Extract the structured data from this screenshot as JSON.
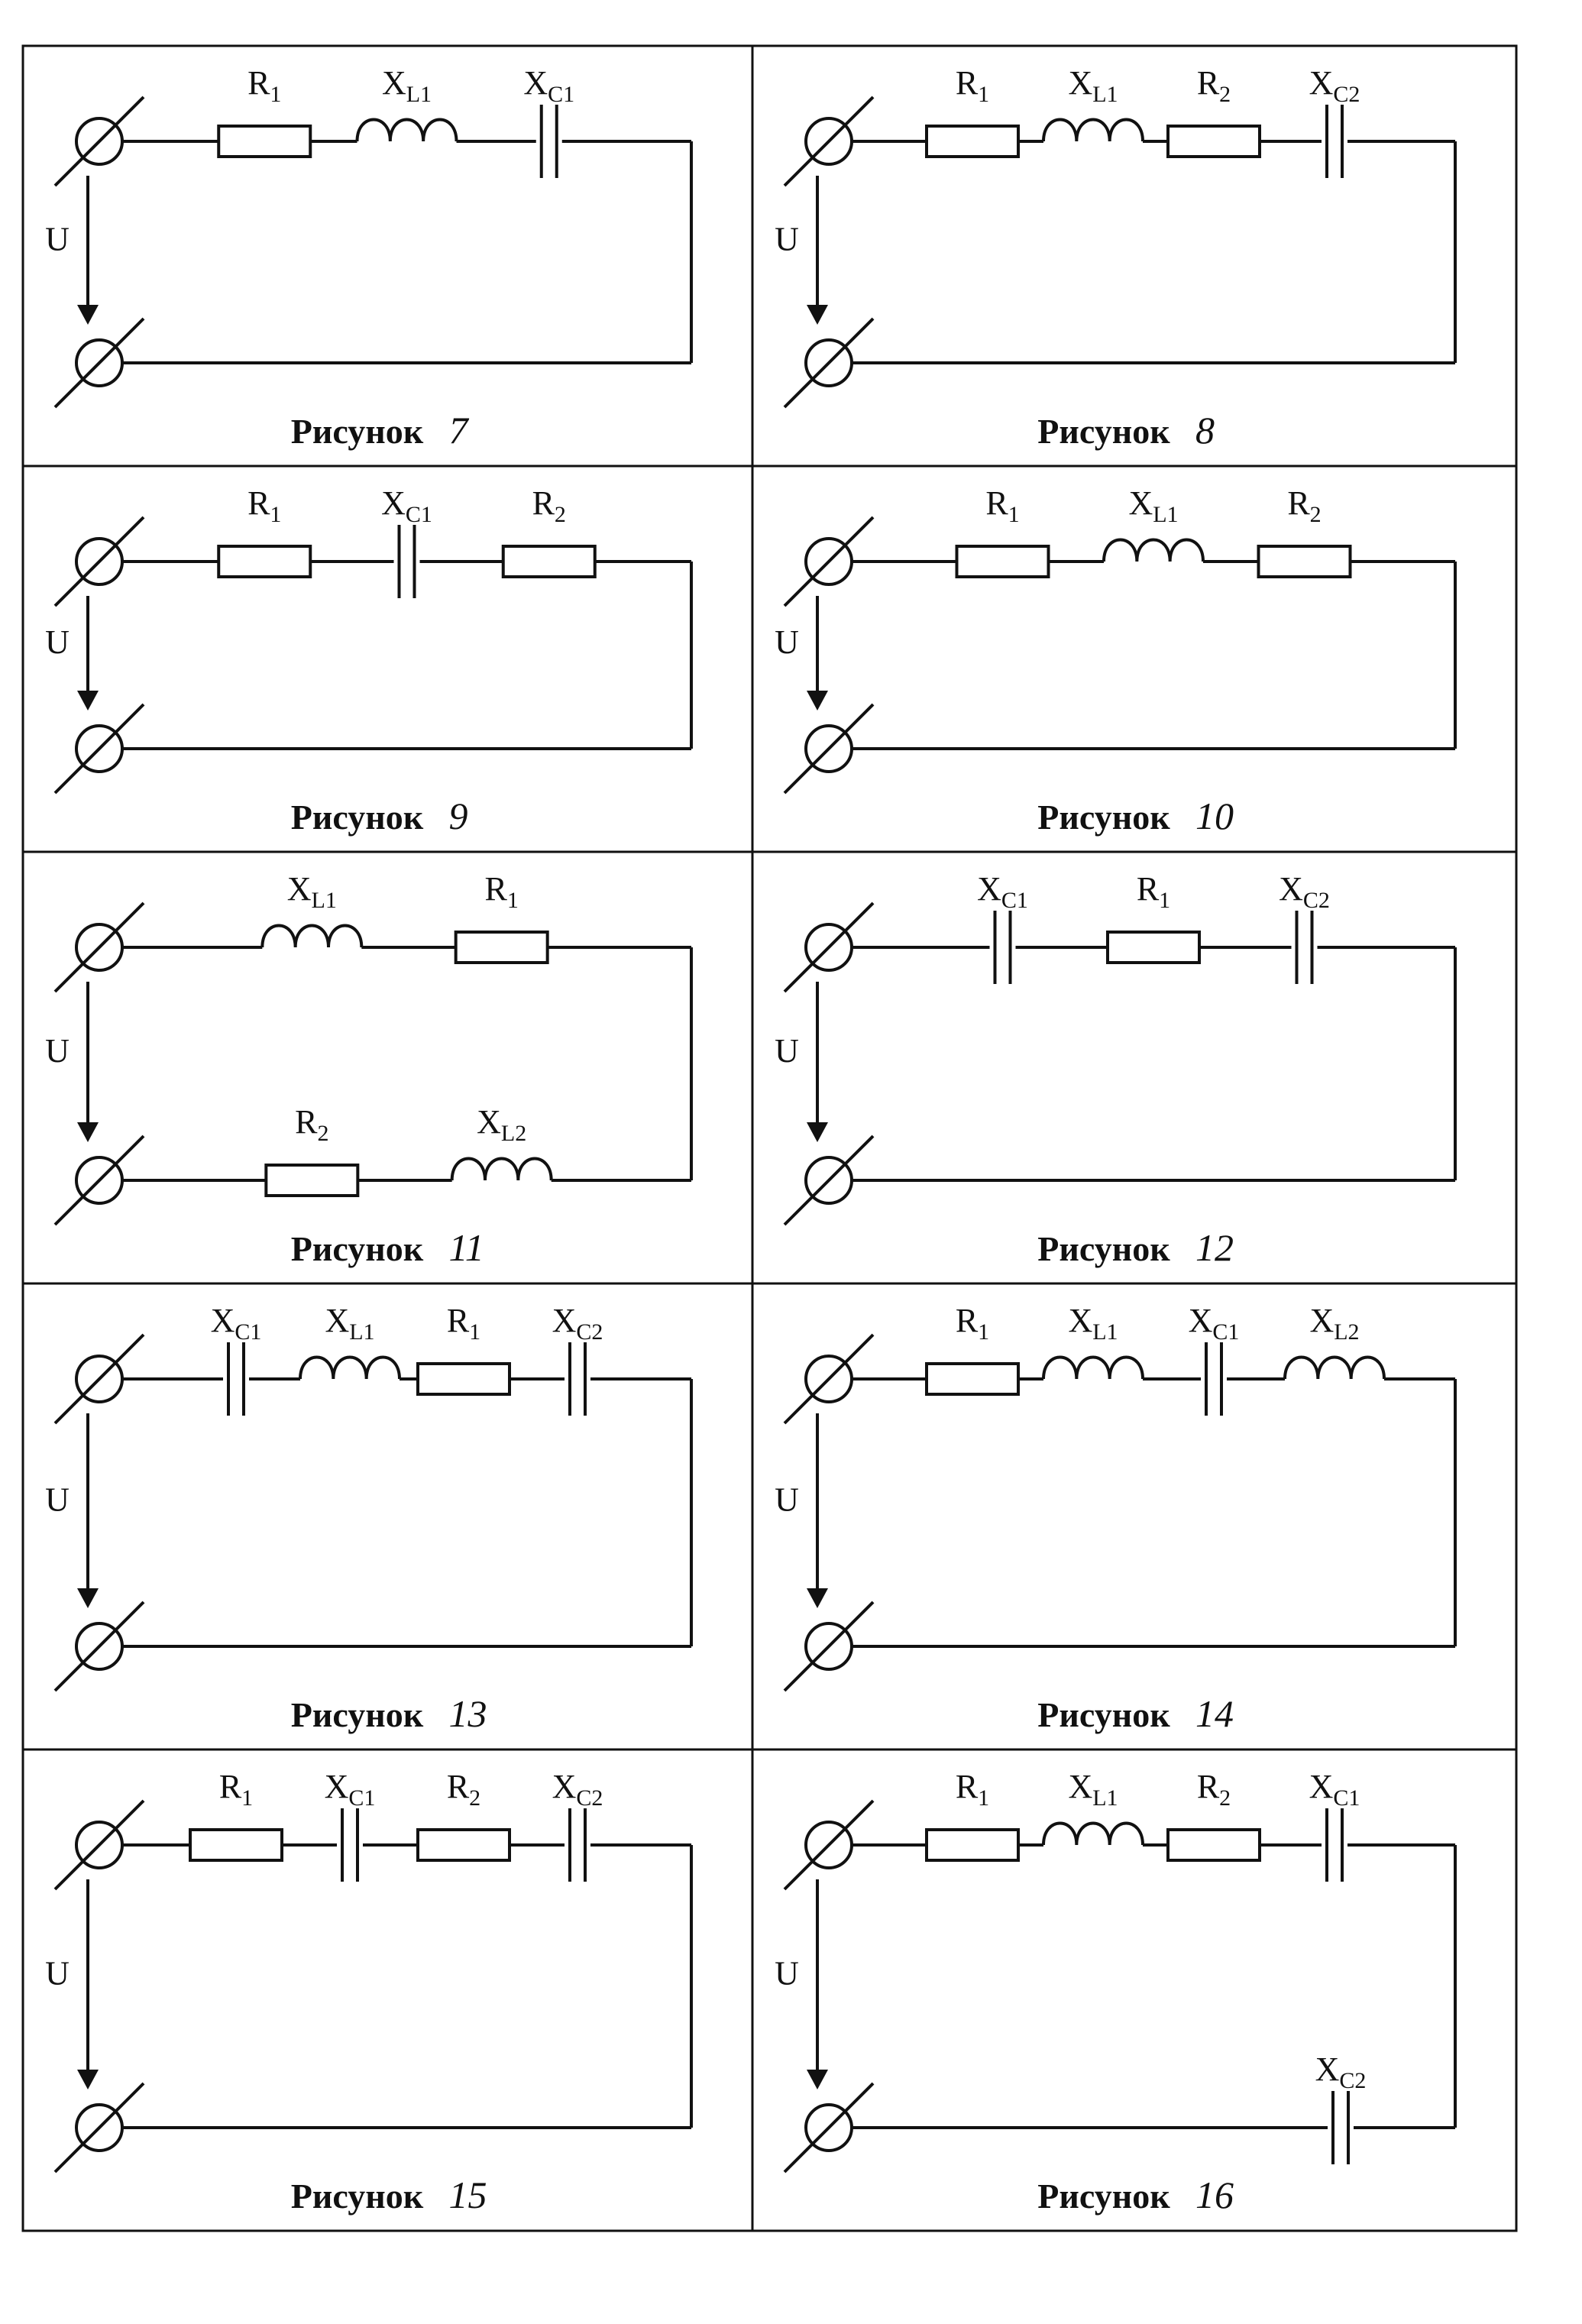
{
  "caption_word": "Рисунок",
  "voltage_label": "U",
  "figures": [
    {
      "number": "7",
      "components": [
        {
          "type": "R",
          "main": "R",
          "sub": "1"
        },
        {
          "type": "L",
          "main": "X",
          "sub": "L1"
        },
        {
          "type": "C",
          "main": "X",
          "sub": "C1"
        }
      ]
    },
    {
      "number": "8",
      "components": [
        {
          "type": "R",
          "main": "R",
          "sub": "1"
        },
        {
          "type": "L",
          "main": "X",
          "sub": "L1"
        },
        {
          "type": "R",
          "main": "R",
          "sub": "2"
        },
        {
          "type": "C",
          "main": "X",
          "sub": "C2"
        }
      ]
    },
    {
      "number": "9",
      "components": [
        {
          "type": "R",
          "main": "R",
          "sub": "1"
        },
        {
          "type": "C",
          "main": "X",
          "sub": "C1"
        },
        {
          "type": "R",
          "main": "R",
          "sub": "2"
        }
      ]
    },
    {
      "number": "10",
      "components": [
        {
          "type": "R",
          "main": "R",
          "sub": "1"
        },
        {
          "type": "L",
          "main": "X",
          "sub": "L1"
        },
        {
          "type": "R",
          "main": "R",
          "sub": "2"
        }
      ]
    },
    {
      "number": "11",
      "components": [
        {
          "type": "L",
          "main": "X",
          "sub": "L1"
        },
        {
          "type": "R",
          "main": "R",
          "sub": "1"
        }
      ],
      "bottom_components": [
        {
          "type": "R",
          "main": "R",
          "sub": "2"
        },
        {
          "type": "L",
          "main": "X",
          "sub": "L2"
        }
      ]
    },
    {
      "number": "12",
      "components": [
        {
          "type": "C",
          "main": "X",
          "sub": "C1"
        },
        {
          "type": "R",
          "main": "R",
          "sub": "1"
        },
        {
          "type": "C",
          "main": "X",
          "sub": "C2"
        }
      ]
    },
    {
      "number": "13",
      "components": [
        {
          "type": "C",
          "main": "X",
          "sub": "C1"
        },
        {
          "type": "L",
          "main": "X",
          "sub": "L1"
        },
        {
          "type": "R",
          "main": "R",
          "sub": "1"
        },
        {
          "type": "C",
          "main": "X",
          "sub": "C2"
        }
      ]
    },
    {
      "number": "14",
      "components": [
        {
          "type": "R",
          "main": "R",
          "sub": "1"
        },
        {
          "type": "L",
          "main": "X",
          "sub": "L1"
        },
        {
          "type": "C",
          "main": "X",
          "sub": "C1"
        },
        {
          "type": "L",
          "main": "X",
          "sub": "L2"
        }
      ]
    },
    {
      "number": "15",
      "components": [
        {
          "type": "R",
          "main": "R",
          "sub": "1"
        },
        {
          "type": "C",
          "main": "X",
          "sub": "C1"
        },
        {
          "type": "R",
          "main": "R",
          "sub": "2"
        },
        {
          "type": "C",
          "main": "X",
          "sub": "C2"
        }
      ]
    },
    {
      "number": "16",
      "components": [
        {
          "type": "R",
          "main": "R",
          "sub": "1"
        },
        {
          "type": "L",
          "main": "X",
          "sub": "L1"
        },
        {
          "type": "R",
          "main": "R",
          "sub": "2"
        },
        {
          "type": "C",
          "main": "X",
          "sub": "C1"
        }
      ],
      "bottom_components": [
        {
          "type": "C",
          "main": "X",
          "sub": "C2"
        }
      ]
    }
  ]
}
